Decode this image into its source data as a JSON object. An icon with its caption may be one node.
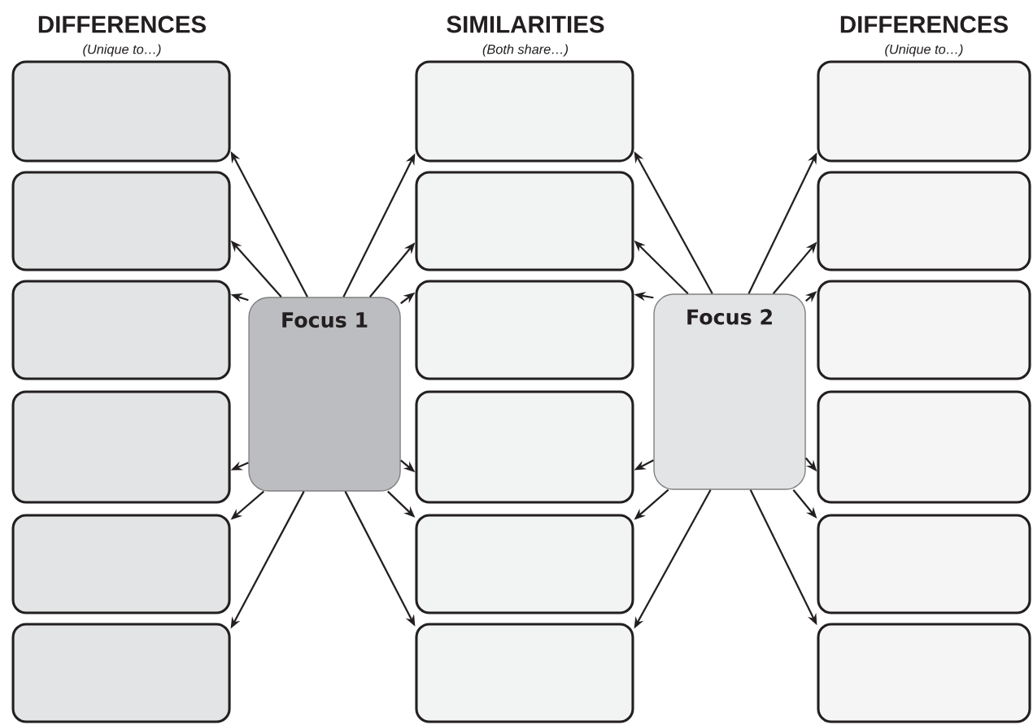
{
  "diagram": {
    "nodes": [
      {
        "text": [],
        "shape": "box"
      },
      {
        "text": [],
        "shape": "box"
      },
      {
        "text": [],
        "shape": "box"
      },
      {
        "text": [],
        "shape": "box"
      },
      {
        "text": [],
        "shape": "box"
      },
      {
        "text": [],
        "shape": "box"
      },
      {
        "text": [
          "Focus 1"
        ]
      },
      {
        "text": [],
        "shape": "box"
      },
      {
        "text": [],
        "shape": "box"
      },
      {
        "text": [],
        "shape": "box"
      },
      {
        "text": [],
        "shape": "box"
      },
      {
        "text": [],
        "shape": "box"
      },
      {
        "text": [],
        "shape": "box"
      },
      {
        "text": [
          "Focus 2"
        ]
      },
      {
        "text": [],
        "shape": "box"
      },
      {
        "text": [],
        "shape": "box"
      },
      {
        "text": [],
        "shape": "box"
      },
      {
        "text": [],
        "shape": "box"
      },
      {
        "text": [],
        "shape": "box"
      },
      {
        "text": [],
        "shape": "box"
      }
    ],
    "edges": [
      {
        "from": 6,
        "to": 0,
        "arrow": "to"
      },
      {
        "from": 6,
        "to": 1,
        "arrow": "to"
      },
      {
        "from": 6,
        "to": 2,
        "arrow": "to"
      },
      {
        "from": 6,
        "to": 3,
        "arrow": "to"
      },
      {
        "from": 6,
        "to": 4,
        "arrow": "to"
      },
      {
        "from": 6,
        "to": 5,
        "arrow": "to"
      },
      {
        "from": 6,
        "to": 7,
        "arrow": "to"
      },
      {
        "from": 6,
        "to": 8,
        "arrow": "to"
      },
      {
        "from": 6,
        "to": 9,
        "arrow": "to"
      },
      {
        "from": 6,
        "to": 10,
        "arrow": "to"
      },
      {
        "from": 6,
        "to": 11,
        "arrow": "to"
      },
      {
        "from": 6,
        "to": 12,
        "arrow": "to"
      },
      {
        "from": 13,
        "to": 7,
        "arrow": "to"
      },
      {
        "from": 13,
        "to": 8,
        "arrow": "to"
      },
      {
        "from": 13,
        "to": 9,
        "arrow": "to"
      },
      {
        "from": 13,
        "to": 10,
        "arrow": "to"
      },
      {
        "from": 13,
        "to": 11,
        "arrow": "to"
      },
      {
        "from": 13,
        "to": 12,
        "arrow": "to"
      },
      {
        "from": 13,
        "to": 14,
        "arrow": "to"
      },
      {
        "from": 13,
        "to": 15,
        "arrow": "to"
      },
      {
        "from": 13,
        "to": 16,
        "arrow": "to"
      },
      {
        "from": 13,
        "to": 17,
        "arrow": "to"
      },
      {
        "from": 13,
        "to": 18,
        "arrow": "to"
      },
      {
        "from": 13,
        "to": 19,
        "arrow": "to"
      }
    ],
    "labels": [
      "DIFFERENCES",
      "SIMILARITIES",
      "DIFFERENCES",
      "(Unique to…)",
      "(Both share…)",
      "(Unique to…)"
    ]
  }
}
